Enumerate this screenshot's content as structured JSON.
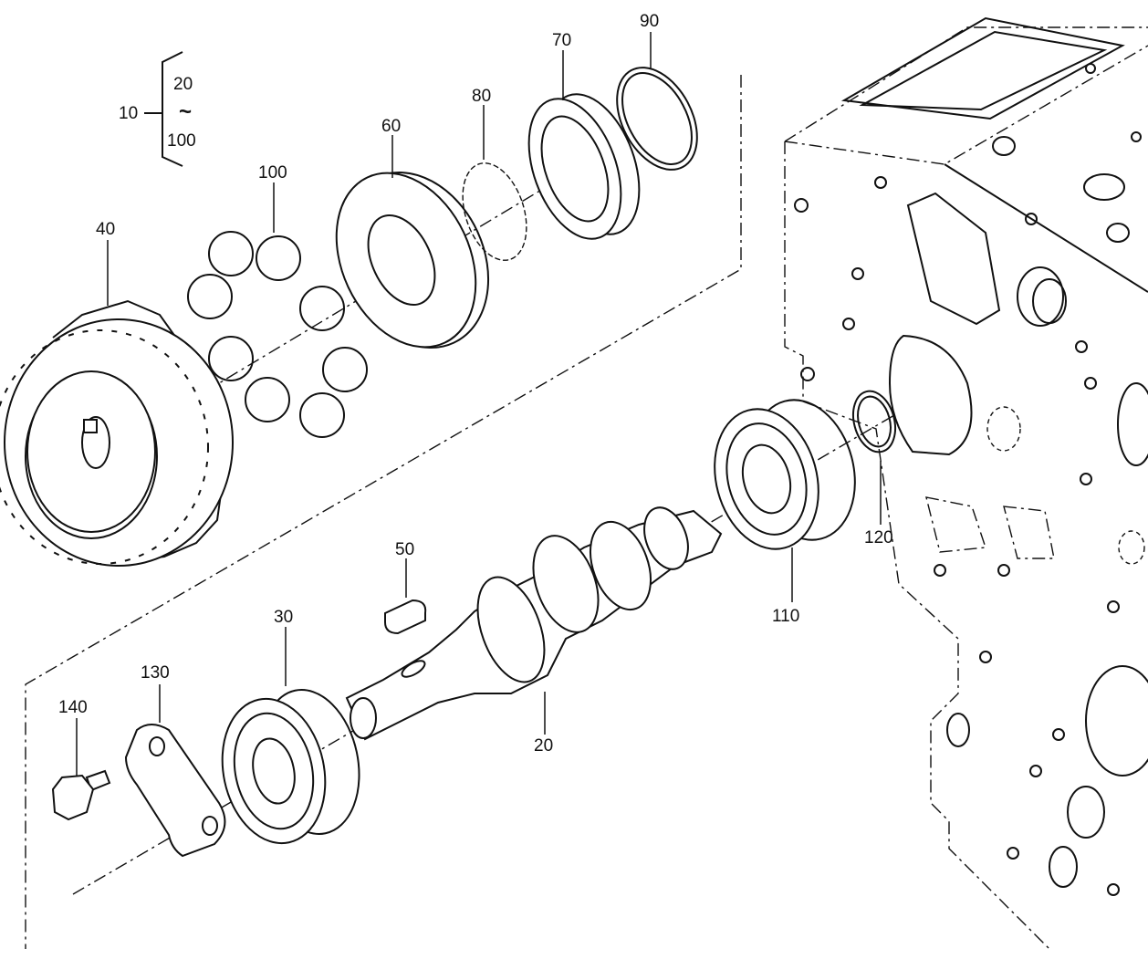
{
  "legend": {
    "group": "10",
    "from": "20",
    "tilde": "~",
    "to": "100"
  },
  "labels": {
    "p20": "20",
    "p30": "30",
    "p40": "40",
    "p50": "50",
    "p60": "60",
    "p70": "70",
    "p80": "80",
    "p90": "90",
    "p100": "100",
    "p110": "110",
    "p120": "120",
    "p130": "130",
    "p140": "140"
  },
  "colors": {
    "line": "#111111",
    "background": "#ffffff"
  }
}
